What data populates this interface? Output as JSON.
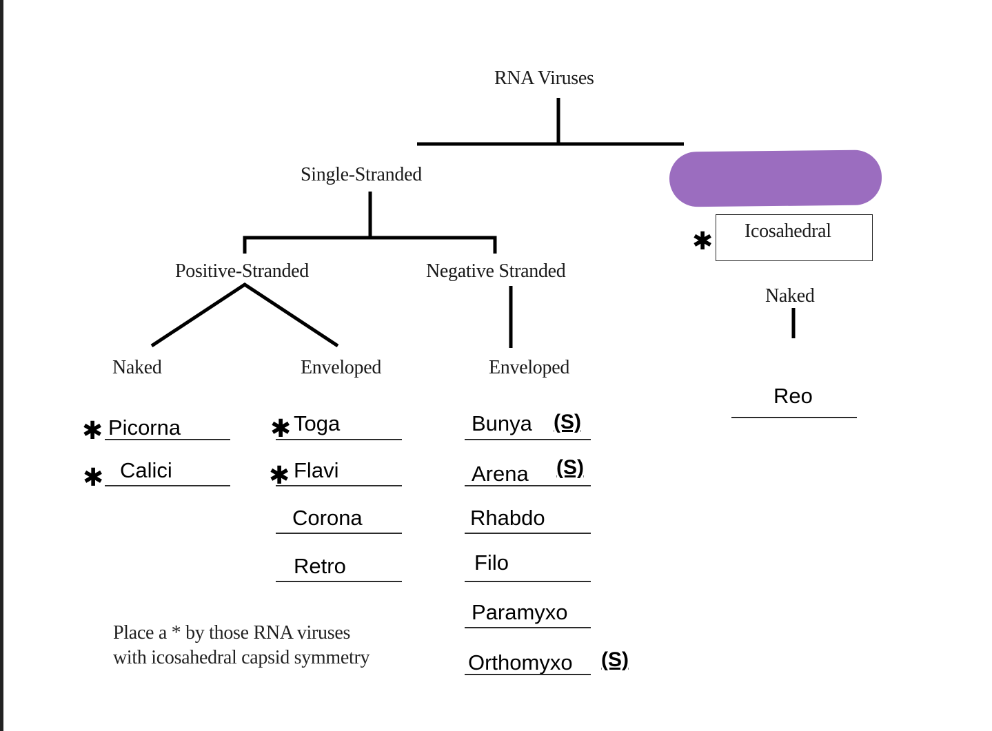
{
  "diagram": {
    "root": "RNA Viruses",
    "branches": {
      "single_stranded": "Single-Stranded",
      "positive": "Positive-Stranded",
      "negative": "Negative Stranded",
      "pos_naked": "Naked",
      "pos_enveloped": "Enveloped",
      "neg_enveloped": "Enveloped",
      "double_stranded_redacted": "",
      "icosahedral": "Icosahedral",
      "ds_naked": "Naked"
    },
    "star_symbol": "✱",
    "s_label": "(S)",
    "positive_naked_viruses": [
      {
        "name": "Picorna",
        "star": true
      },
      {
        "name": "Calici",
        "star": true
      }
    ],
    "positive_enveloped_viruses": [
      {
        "name": "Toga",
        "star": true
      },
      {
        "name": "Flavi",
        "star": true
      },
      {
        "name": "Corona",
        "star": false
      },
      {
        "name": "Retro",
        "star": false
      }
    ],
    "negative_enveloped_viruses": [
      {
        "name": "Bunya",
        "segmented": true
      },
      {
        "name": "Arena",
        "segmented": true
      },
      {
        "name": "Rhabdo",
        "segmented": false
      },
      {
        "name": "Filo",
        "segmented": false
      },
      {
        "name": "Paramyxo",
        "segmented": false
      },
      {
        "name": "Orthomyxo",
        "segmented": true
      }
    ],
    "double_stranded_viruses": [
      {
        "name": "Reo"
      }
    ],
    "instruction_line1": "Place a * by those RNA viruses",
    "instruction_line2": "with icosahedral capsid symmetry"
  },
  "colors": {
    "highlight": "#9b6dbf",
    "text": "#1a1a1a",
    "window_edge": "#222222"
  }
}
